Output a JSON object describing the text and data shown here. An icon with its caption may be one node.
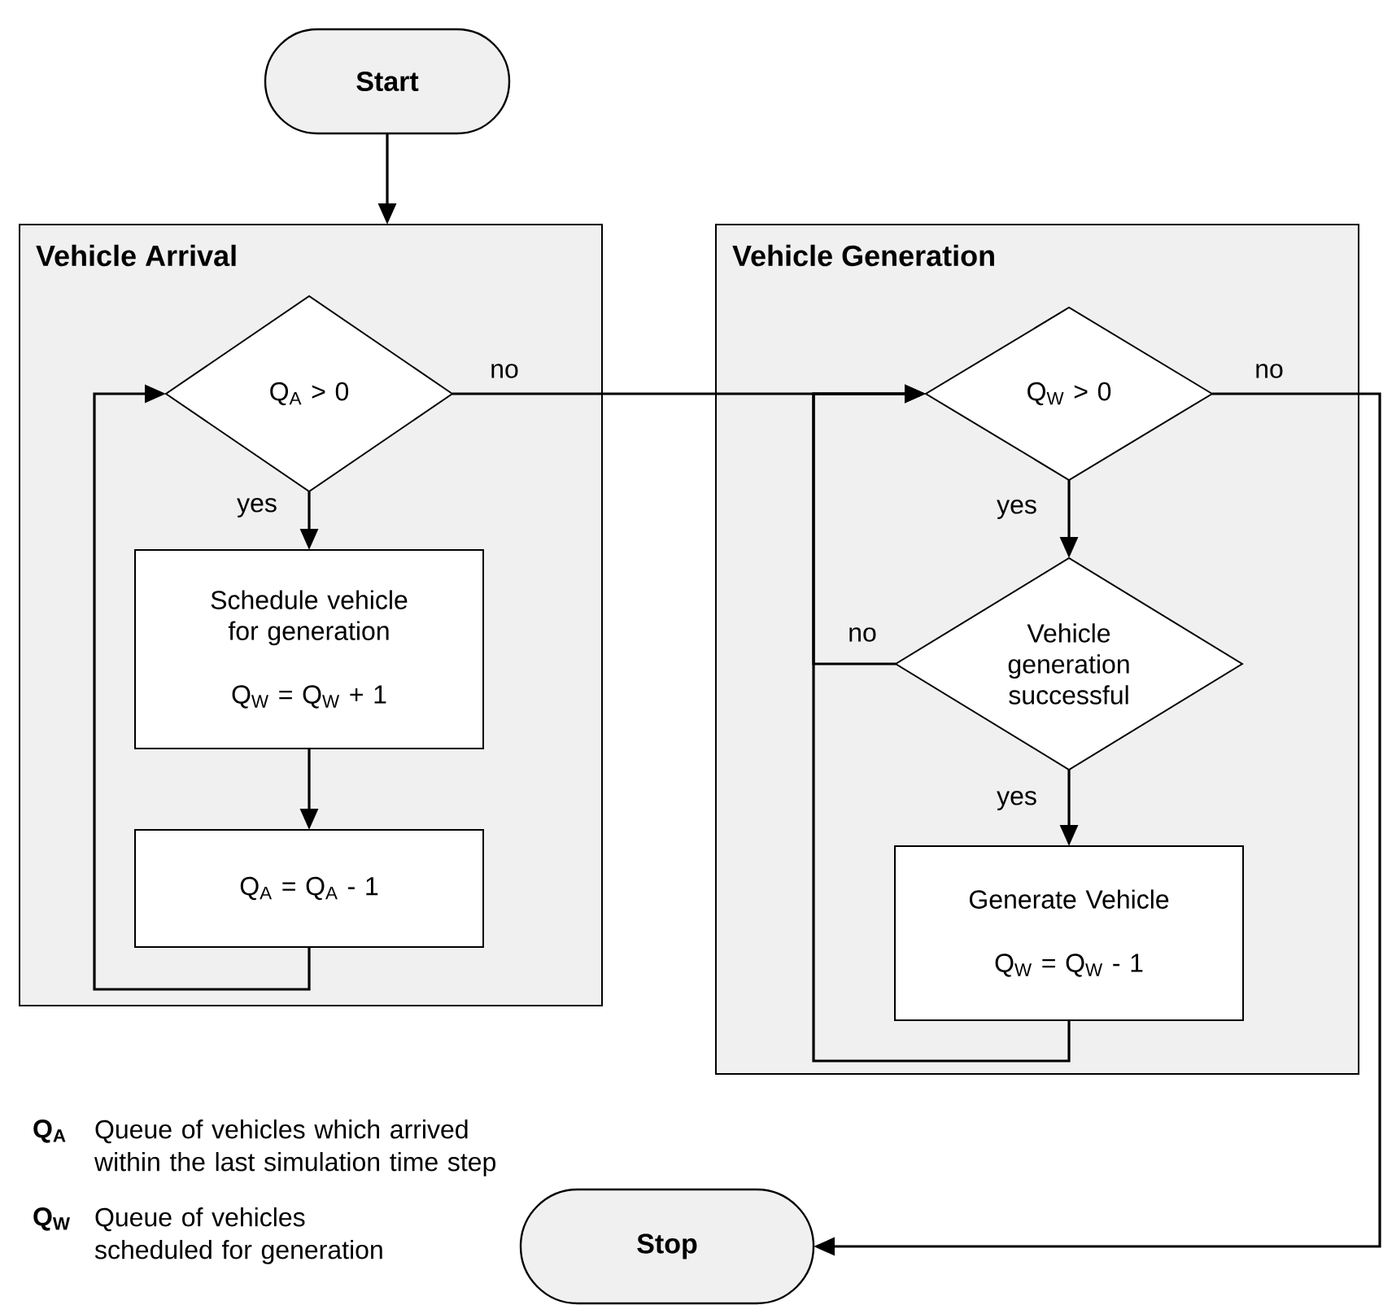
{
  "diagram": {
    "nodes": [
      {
        "text": [
          "Start"
        ]
      },
      {
        "text": [
          "Vehicle Arrival"
        ]
      },
      {
        "text": [
          "Q$_{A}$ > 0"
        ],
        "in": 1
      },
      {
        "text": [
          "Schedule vehicle for generation",
          "Q$_{W}$ = Q$_{W}$ + 1"
        ],
        "in": 1
      },
      {
        "text": [
          "Q$_{A}$ = Q$_{A}$ - 1"
        ],
        "in": 1
      },
      {
        "text": [
          "Vehicle Generation"
        ]
      },
      {
        "text": [
          "Q$_{W}$ > 0"
        ],
        "in": 5
      },
      {
        "text": [
          "Vehicle generation successful"
        ],
        "in": 5
      },
      {
        "text": [
          "Generate Vehicle",
          "Q$_{W}$ = Q$_{W}$ - 1"
        ],
        "in": 5
      },
      {
        "text": [
          "Stop"
        ]
      }
    ],
    "edges": [
      {
        "from": 0,
        "to": 1,
        "arrow": "to"
      },
      {
        "from": 2,
        "to": 3,
        "arrow": "to",
        "label": "yes"
      },
      {
        "from": 3,
        "to": 4,
        "arrow": "to"
      },
      {
        "from": 4,
        "to": 2,
        "arrow": "to"
      },
      {
        "from": 2,
        "to": 6,
        "arrow": "to",
        "label": "no"
      },
      {
        "from": 6,
        "to": 7,
        "arrow": "to",
        "label": "yes"
      },
      {
        "from": 7,
        "to": 6,
        "arrow": "to",
        "label": "no"
      },
      {
        "from": 7,
        "to": 8,
        "arrow": "to",
        "label": "yes"
      },
      {
        "from": 8,
        "to": 6,
        "arrow": "to"
      },
      {
        "from": 6,
        "to": 9,
        "arrow": "to",
        "label": "no"
      }
    ],
    "labels": [
      "Q$_{A}$",
      "Queue of vehicles which arrived within the last simulation time step",
      "Q$_{W}$",
      "Queue of vehicles scheduled for generation"
    ]
  }
}
